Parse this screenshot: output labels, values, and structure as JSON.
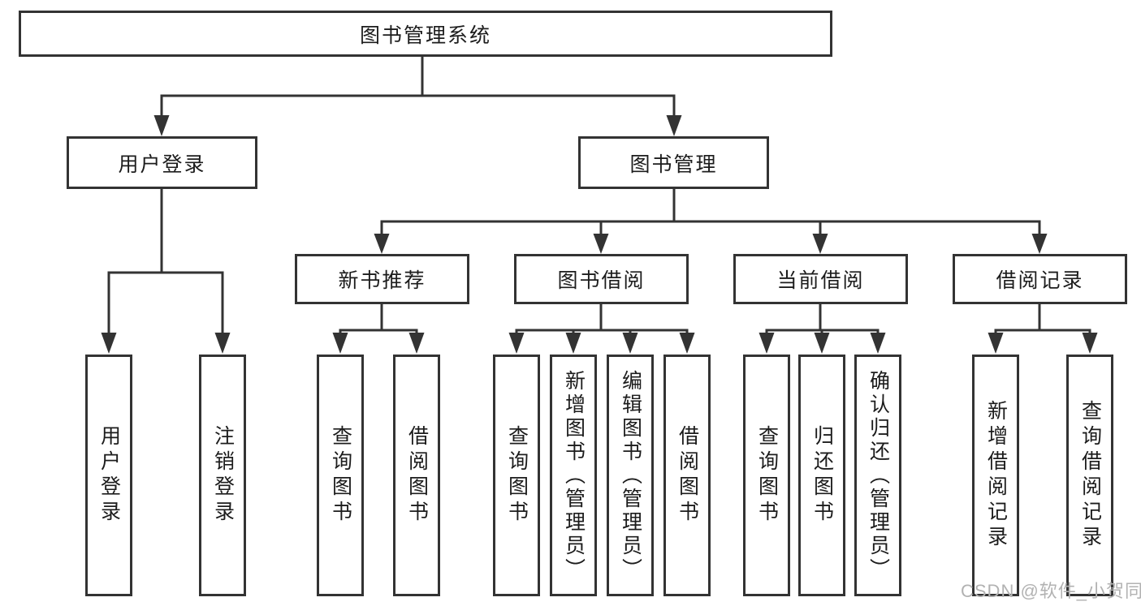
{
  "page": {
    "background": "#ffffff"
  },
  "style": {
    "line_color": "#333333",
    "text_color": "#1c1c1c",
    "box_background": "#ffffff"
  },
  "watermark": {
    "text": "CSDN @软件_小贺同学",
    "color": "#b2b2b2"
  },
  "tree": {
    "root": {
      "label": "图书管理系统"
    },
    "branches": [
      {
        "label": "用户登录",
        "children": [
          {
            "label": "用户登录"
          },
          {
            "label": "注销登录"
          }
        ]
      },
      {
        "label": "图书管理",
        "children": [
          {
            "label": "新书推荐",
            "children": [
              {
                "label": "查询图书"
              },
              {
                "label": "借阅图书"
              }
            ]
          },
          {
            "label": "图书借阅",
            "children": [
              {
                "label": "查询图书"
              },
              {
                "label": "新增图书（管理员）"
              },
              {
                "label": "编辑图书（管理员）"
              },
              {
                "label": "借阅图书"
              }
            ]
          },
          {
            "label": "当前借阅",
            "children": [
              {
                "label": "查询图书"
              },
              {
                "label": "归还图书"
              },
              {
                "label": "确认归还（管理员）"
              }
            ]
          },
          {
            "label": "借阅记录",
            "children": [
              {
                "label": "新增借阅记录"
              },
              {
                "label": "查询借阅记录"
              }
            ]
          }
        ]
      }
    ]
  }
}
